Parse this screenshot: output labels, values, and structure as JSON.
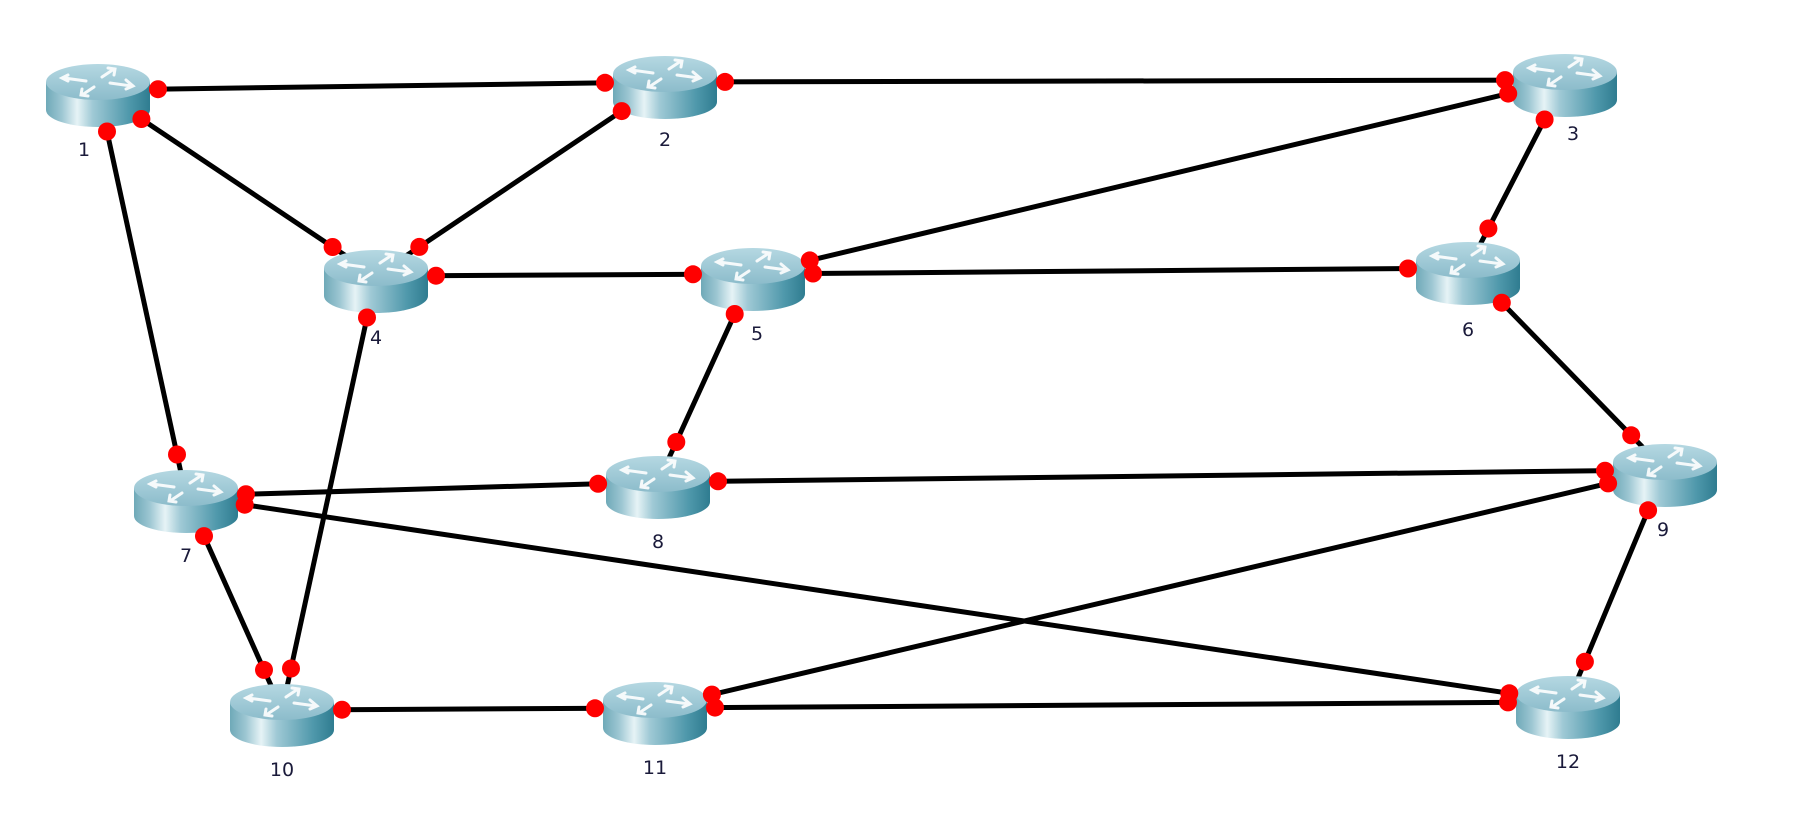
{
  "diagram": {
    "type": "network-topology",
    "device_type": "router",
    "colors": {
      "link": "#000000",
      "port_status": "#ff0000",
      "router_top": "#9cc8d6",
      "router_side": "#5fa3b5",
      "label": "#1a1a3a",
      "background": "#ffffff"
    },
    "routers": [
      {
        "id": "1",
        "label": "1"
      },
      {
        "id": "2",
        "label": "2"
      },
      {
        "id": "3",
        "label": "3"
      },
      {
        "id": "4",
        "label": "4"
      },
      {
        "id": "5",
        "label": "5"
      },
      {
        "id": "6",
        "label": "6"
      },
      {
        "id": "7",
        "label": "7"
      },
      {
        "id": "8",
        "label": "8"
      },
      {
        "id": "9",
        "label": "9"
      },
      {
        "id": "10",
        "label": "10"
      },
      {
        "id": "11",
        "label": "11"
      },
      {
        "id": "12",
        "label": "12"
      }
    ],
    "links": [
      {
        "from": "1",
        "to": "2"
      },
      {
        "from": "2",
        "to": "3"
      },
      {
        "from": "1",
        "to": "4"
      },
      {
        "from": "2",
        "to": "4"
      },
      {
        "from": "1",
        "to": "7"
      },
      {
        "from": "3",
        "to": "5"
      },
      {
        "from": "3",
        "to": "6"
      },
      {
        "from": "4",
        "to": "5"
      },
      {
        "from": "5",
        "to": "6"
      },
      {
        "from": "4",
        "to": "10"
      },
      {
        "from": "5",
        "to": "8"
      },
      {
        "from": "6",
        "to": "9"
      },
      {
        "from": "7",
        "to": "8"
      },
      {
        "from": "8",
        "to": "9"
      },
      {
        "from": "7",
        "to": "10"
      },
      {
        "from": "7",
        "to": "12"
      },
      {
        "from": "9",
        "to": "11"
      },
      {
        "from": "9",
        "to": "12"
      },
      {
        "from": "10",
        "to": "11"
      },
      {
        "from": "11",
        "to": "12"
      }
    ],
    "port_status": "down"
  }
}
